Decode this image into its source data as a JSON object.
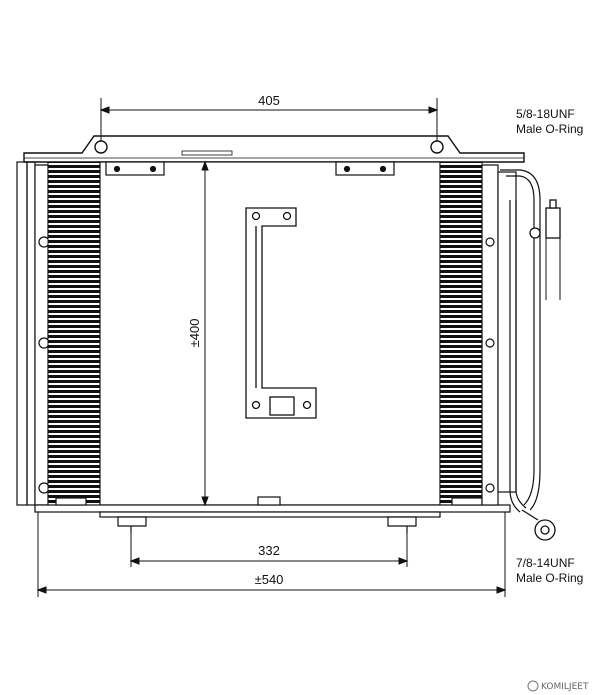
{
  "dimensions": {
    "top_width": "405",
    "height": "±400",
    "bottom_mount": "332",
    "overall_width": "±540"
  },
  "connections": {
    "upper": {
      "line1": "5/8-18UNF",
      "line2": "Male O-Ring"
    },
    "lower": {
      "line1": "7/8-14UNF",
      "line2": "Male O-Ring"
    }
  },
  "watermark": "KOMILJEET"
}
